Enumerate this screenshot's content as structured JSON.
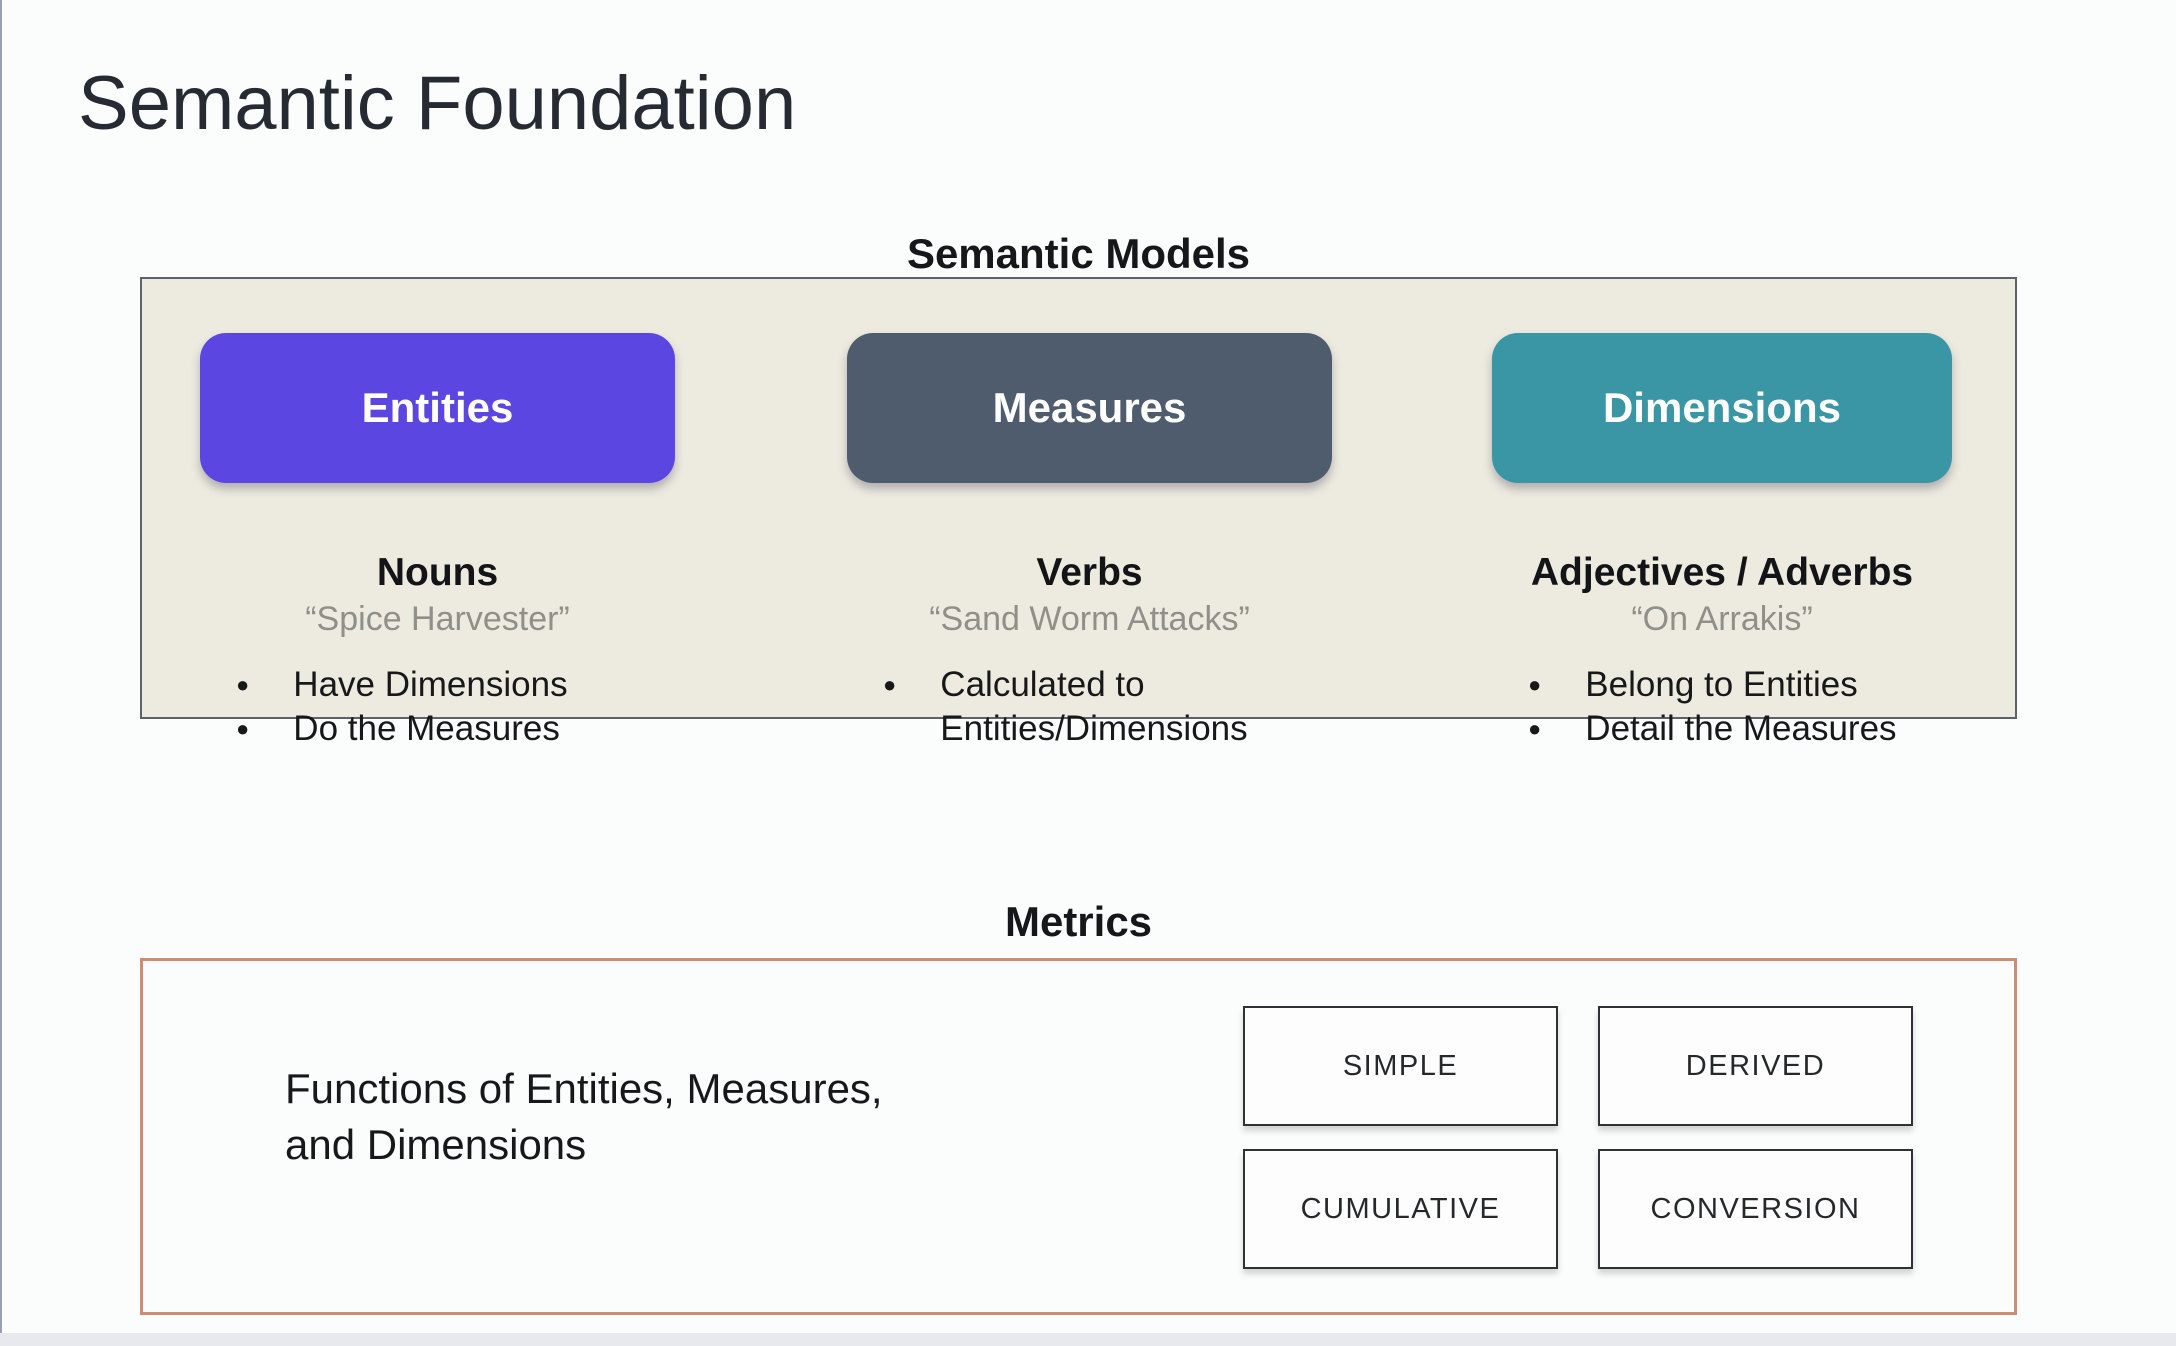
{
  "window": {
    "background": "#fbfcfc",
    "left_edge_color": "#98a0b5",
    "bottom_strip_color": "#e7e9ee"
  },
  "slide": {
    "title": "Semantic Foundation"
  },
  "semantic_models": {
    "heading": "Semantic Models",
    "panel_background": "#edeadf",
    "columns": [
      {
        "id": "entities",
        "button_label": "Entities",
        "button_color": "#5b46e2",
        "heading": "Nouns",
        "quote": "“Spice Harvester”",
        "bullets": [
          "Have Dimensions",
          "Do the Measures"
        ]
      },
      {
        "id": "measures",
        "button_label": "Measures",
        "button_color": "#4f5c6d",
        "heading": "Verbs",
        "quote": "“Sand Worm Attacks”",
        "bullets": [
          "Calculated to Entities/Dimensions"
        ]
      },
      {
        "id": "dimensions",
        "button_label": "Dimensions",
        "button_color": "#3a96a4",
        "heading": "Adjectives / Adverbs",
        "quote": "“On Arrakis”",
        "bullets": [
          "Belong to Entities",
          "Detail the Measures"
        ]
      }
    ]
  },
  "metrics": {
    "heading": "Metrics",
    "border_color": "#cf8b73",
    "description": [
      "Functions of Entities, Measures,",
      "and Dimensions"
    ],
    "types": [
      "SIMPLE",
      "DERIVED",
      "CUMULATIVE",
      "CONVERSION"
    ]
  }
}
